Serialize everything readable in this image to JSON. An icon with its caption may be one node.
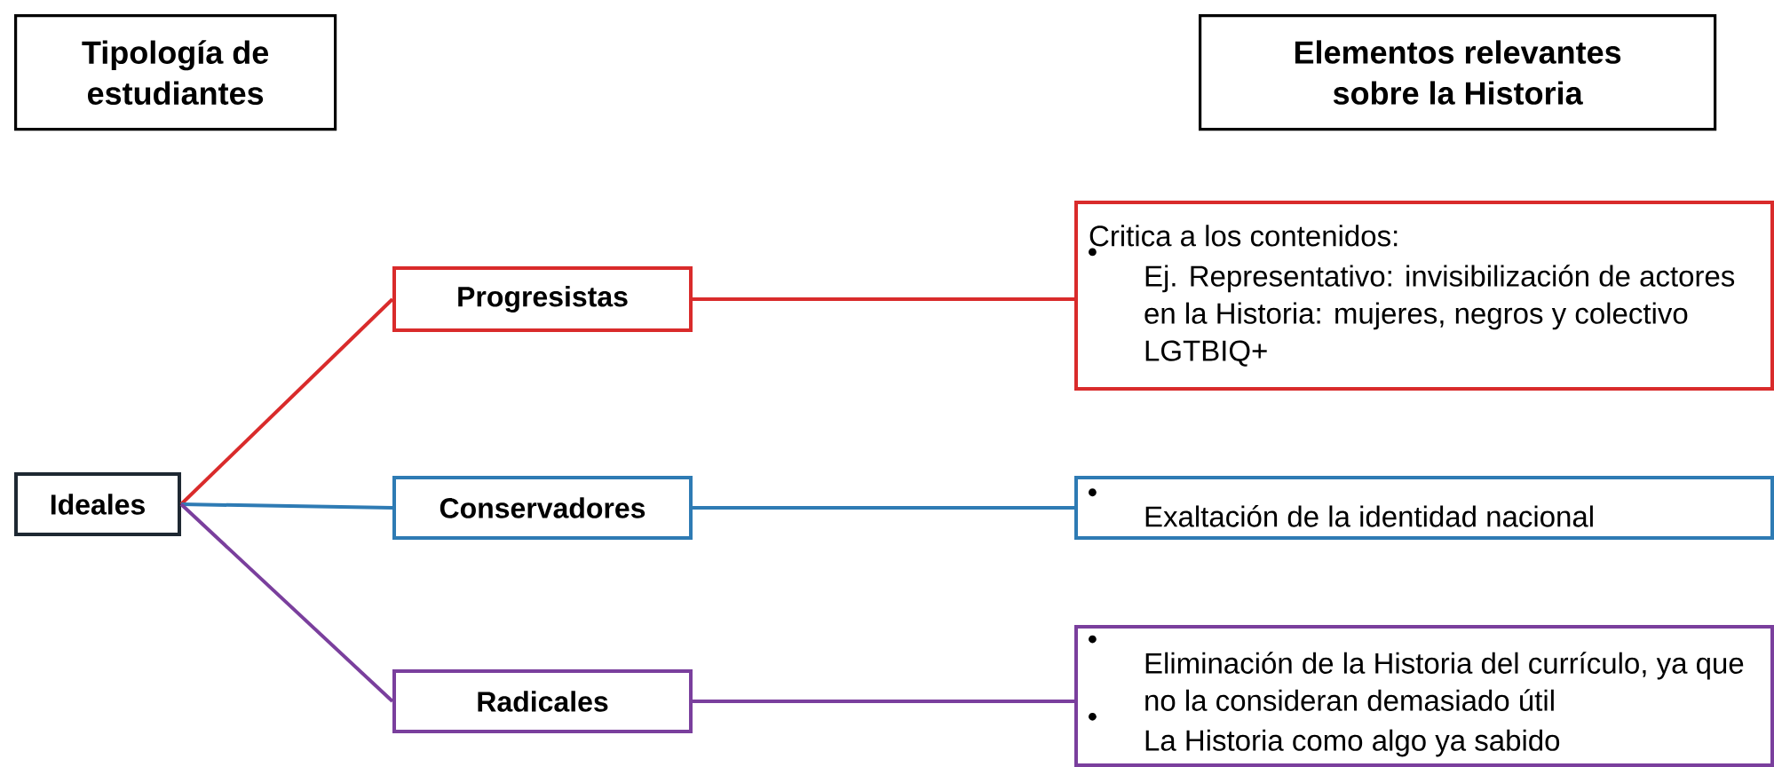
{
  "diagram": {
    "nodes": [
      {
        "text": [
          "Tipología de estudiantes"
        ]
      },
      {
        "text": [
          "Elementos relevantes sobre la Historia"
        ]
      },
      {
        "text": [
          "Ideales"
        ]
      },
      {
        "text": [
          "Progresistas"
        ]
      },
      {
        "text": [
          "Conservadores"
        ]
      },
      {
        "text": [
          "Radicales"
        ]
      },
      {
        "text": [
          "Critica a los contenidos:",
          "Ej. Representativo: invisibilización de actores en la Historia: mujeres, negros y colectivo LGTBIQ+"
        ]
      },
      {
        "text": [
          "Exaltación de la identidad nacional"
        ]
      },
      {
        "text": [
          "Eliminación de la Historia del currículo, ya que no la consideran demasiado útil",
          "La Historia como algo ya sabido"
        ]
      }
    ],
    "edges": [
      {
        "from": 2,
        "to": 3,
        "arrow": "none",
        "color": "#d92b2b"
      },
      {
        "from": 2,
        "to": 4,
        "arrow": "none",
        "color": "#2e7bb4"
      },
      {
        "from": 2,
        "to": 5,
        "arrow": "none",
        "color": "#7a3f9d"
      },
      {
        "from": 3,
        "to": 6,
        "arrow": "none",
        "color": "#d92b2b"
      },
      {
        "from": 4,
        "to": 7,
        "arrow": "none",
        "color": "#2e7bb4"
      },
      {
        "from": 5,
        "to": 8,
        "arrow": "none",
        "color": "#7a3f9d"
      }
    ]
  }
}
